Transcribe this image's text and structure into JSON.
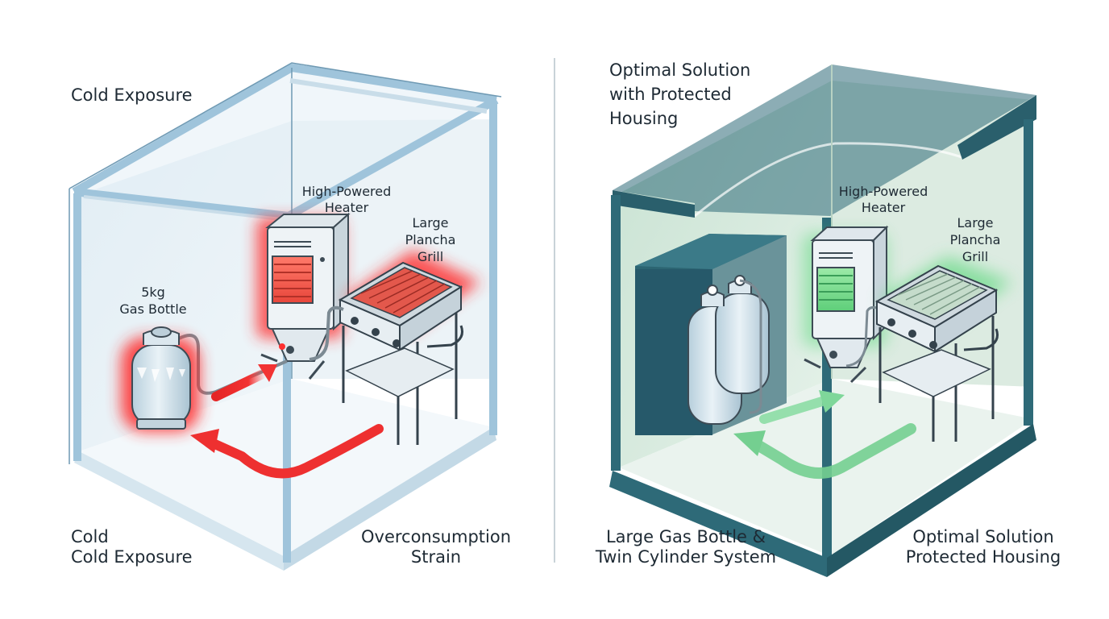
{
  "left_panel": {
    "title": "Cold Exposure",
    "heater_label": [
      "High-Powered",
      "Heater"
    ],
    "grill_label": [
      "Large",
      "Plancha",
      "Grill"
    ],
    "bottle_label": [
      "5kg",
      "Gas Bottle"
    ],
    "bottom_left": [
      "Cold",
      "Cold Exposure"
    ],
    "bottom_right": [
      "Overconsumption",
      "Strain"
    ],
    "highlight_color": "#ff2a2a"
  },
  "right_panel": {
    "title": [
      "Optimal Solution",
      "with Protected",
      "Housing"
    ],
    "heater_label": [
      "High-Powered",
      "Heater"
    ],
    "grill_label": [
      "Large",
      "Plancha",
      "Grill"
    ],
    "bottom_left": [
      "Large Gas Bottle &",
      "Twin Cylinder System"
    ],
    "bottom_right": [
      "Optimal Solution",
      "Protected Housing"
    ],
    "highlight_color": "#44d46a"
  },
  "colors": {
    "left_room_frame": "#9fc4db",
    "right_room_frame": "#2e6a78",
    "divider": "#c9d3d8"
  }
}
